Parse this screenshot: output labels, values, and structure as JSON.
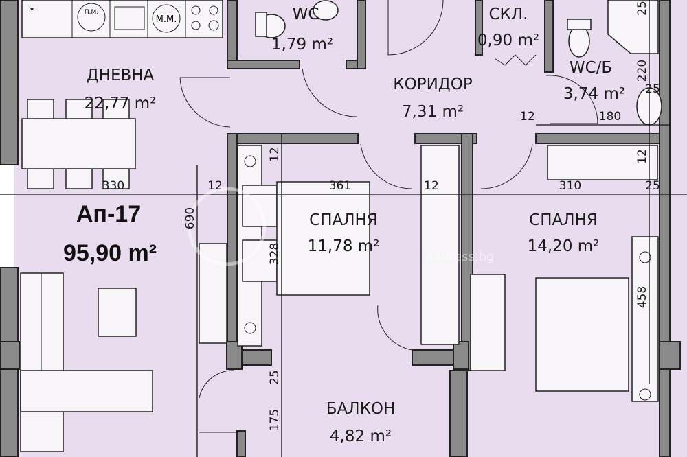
{
  "apartment": {
    "label": "Ап-17",
    "area": "95,90 m²"
  },
  "rooms": [
    {
      "name": "ДНЕВНА",
      "area": "22,77 m²"
    },
    {
      "name": "WC",
      "area": "1,79 m²"
    },
    {
      "name": "СКЛ.",
      "area": "0,90 m²"
    },
    {
      "name": "КОРИДОР",
      "area": "7,31 m²"
    },
    {
      "name": "WC/Б",
      "area": "3,74 m²"
    },
    {
      "name": "СПАЛНЯ",
      "area": "11,78 m²"
    },
    {
      "name": "СПАЛНЯ",
      "area": "14,20 m²"
    },
    {
      "name": "БАЛКОН",
      "area": "4,82 m²"
    }
  ],
  "appliances": {
    "washing_machine": "П.М.",
    "dishwasher": "М.М.",
    "fridge": "*"
  },
  "dimensions": {
    "livingWidth": "330",
    "wall1": "12",
    "bed1Width": "361",
    "wall2": "12",
    "bed2Width": "310",
    "extWall": "25",
    "livingDepth": "690",
    "bed1Depth": "328",
    "bed2Depth": "458",
    "balconyWall": "25",
    "balconyDepth": "175",
    "bed1TopWall": "12",
    "bathWall": "12",
    "bathWidth": "180",
    "bathExt": "25",
    "bathDepth": "220",
    "bathTop": "25",
    "bed2TopWall": "12"
  },
  "watermark": {
    "logo": "АДРЕС",
    "site": "address.bg"
  },
  "colors": {
    "floor": "#e9dcee",
    "wall": "#8a8a8a",
    "furniture": "#f7f5f8"
  }
}
